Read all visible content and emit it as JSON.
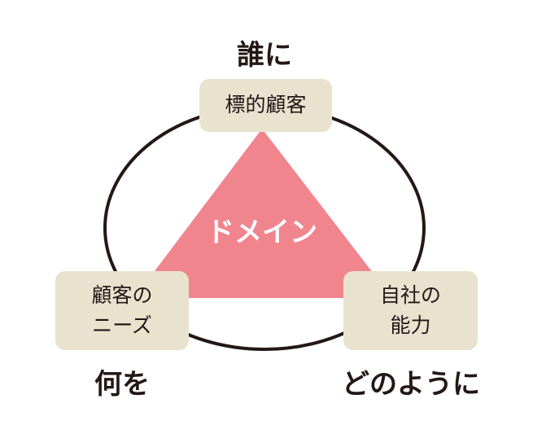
{
  "labels": {
    "who": "誰に",
    "what": "何を",
    "how": "どのように"
  },
  "boxes": {
    "target_customer": "標的顧客",
    "customer_needs_line1": "顧客の",
    "customer_needs_line2": "ニーズ",
    "capability_line1": "自社の",
    "capability_line2": "能力"
  },
  "center": "ドメイン",
  "colors": {
    "triangle": "#f0858e",
    "box": "#e9e2cf",
    "line": "#231815"
  }
}
